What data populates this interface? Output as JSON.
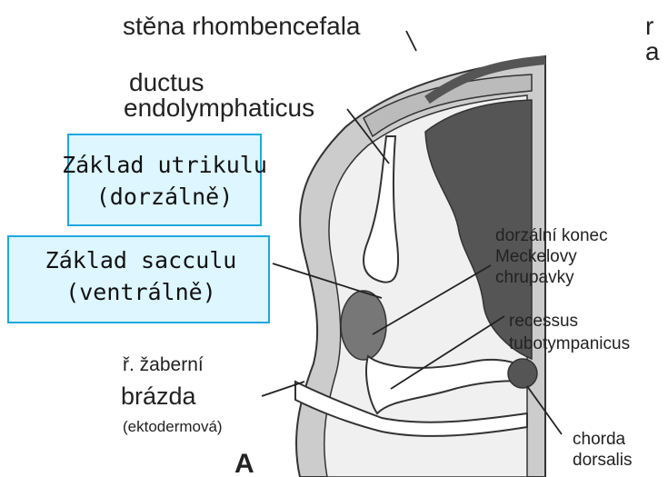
{
  "labels": {
    "stena": "stěna rhombencefala",
    "ductus_line1": "ductus",
    "ductus_line2": "endolymphaticus",
    "utrikulu_line1": "Základ utrikulu",
    "utrikulu_line2": "(dorzálně)",
    "sacculu_line1": "Základ sacculu",
    "sacculu_line2": "(ventrálně)",
    "meckel_line1": "dorzální konec",
    "meckel_line2": "Meckelovy",
    "meckel_line3": "chrupavky",
    "recessus_line1": "recessus",
    "recessus_line2": "tubotympanicus",
    "zabert_line1": "ř. žaberní",
    "zabert_line2": "brázda",
    "zabert_line3": "(ektodermová)",
    "chorda_line1": "chorda",
    "chorda_line2": "dorsalis",
    "panel_letter": "A",
    "cut_top": "r",
    "cut_bottom": "a"
  },
  "colors": {
    "box_fill": "#ddf6ff",
    "box_border": "#1ea8e0",
    "tissue_light": "#cccccc",
    "tissue_dark": "#555555",
    "outline": "#333333"
  }
}
